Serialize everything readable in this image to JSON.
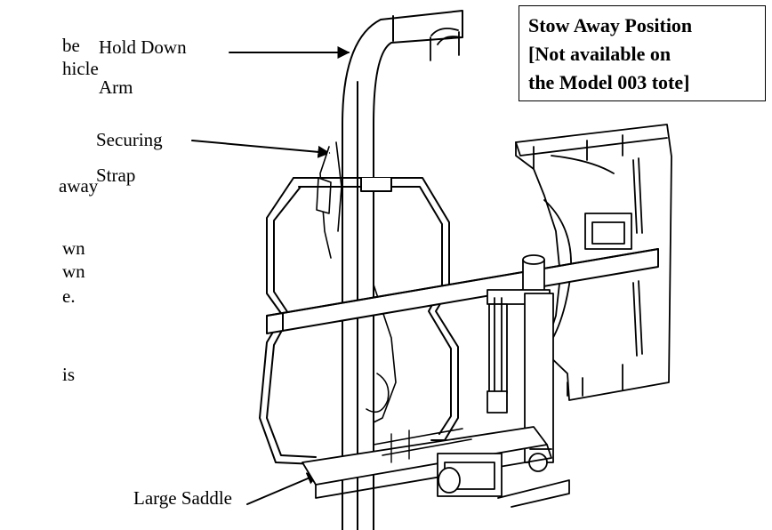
{
  "side_text": [
    "be",
    "hicle",
    "away",
    "wn",
    "wn",
    "e.",
    "is"
  ],
  "labels": {
    "hold_down_arm": [
      "Hold Down",
      "Arm"
    ],
    "securing_strap": [
      "Securing",
      "Strap"
    ],
    "large_saddle": "Large Saddle"
  },
  "stow_box": {
    "lines": [
      "Stow Away Position",
      "[Not available on",
      "the Model 003 tote]"
    ]
  }
}
